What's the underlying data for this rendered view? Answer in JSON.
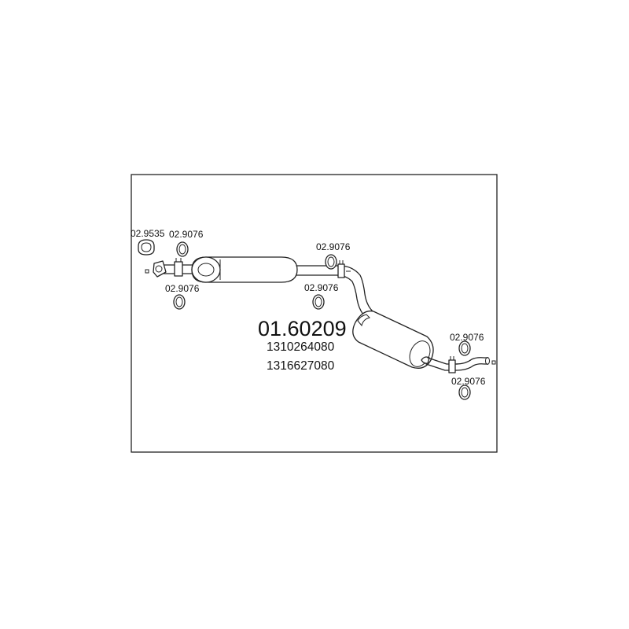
{
  "diagram": {
    "part_number": "01.60209",
    "oem_numbers": [
      "1310264080",
      "1316627080"
    ],
    "labels": {
      "gasket_front": "02.9535",
      "ring_front_top": "02.9076",
      "ring_front_bottom": "02.9076",
      "ring_mid_top": "02.9076",
      "ring_mid_bottom": "02.9076",
      "ring_rear_top": "02.9076",
      "ring_rear_bottom": "02.9076"
    }
  }
}
